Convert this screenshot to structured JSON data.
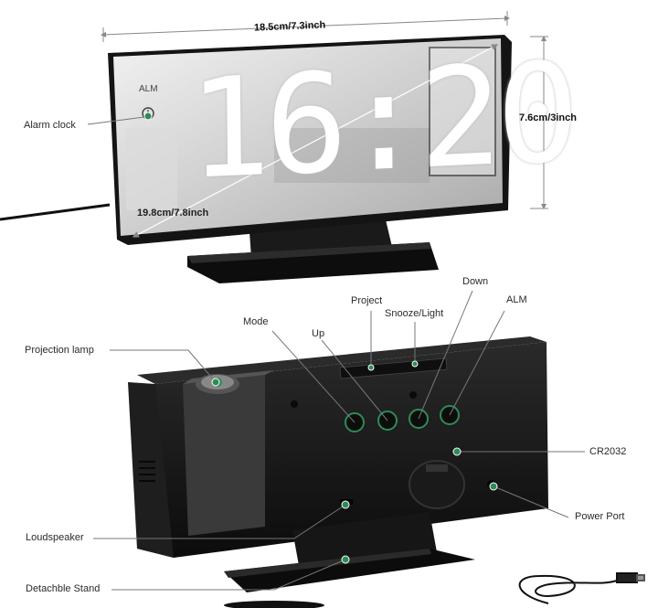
{
  "top_product": {
    "width_dim": "18.5cm/7.3inch",
    "height_dim": "7.6cm/3inch",
    "diagonal_dim": "19.8cm/7.8inch",
    "alm_indicator": "ALM",
    "time_display": "16:20",
    "alarm_clock_label": "Alarm clock"
  },
  "back_product": {
    "labels": {
      "projection_lamp": "Projection lamp",
      "mode": "Mode",
      "up": "Up",
      "project": "Project",
      "snooze_light": "Snooze/Light",
      "down": "Down",
      "alm": "ALM",
      "cr2032": "CR2032",
      "power_port": "Power Port",
      "loudspeaker": "Loudspeaker",
      "detachable_stand": "Detachble Stand"
    }
  },
  "colors": {
    "accent_green": "#2e8b57",
    "body_black": "#111111",
    "digit_white": "#ffffff"
  }
}
